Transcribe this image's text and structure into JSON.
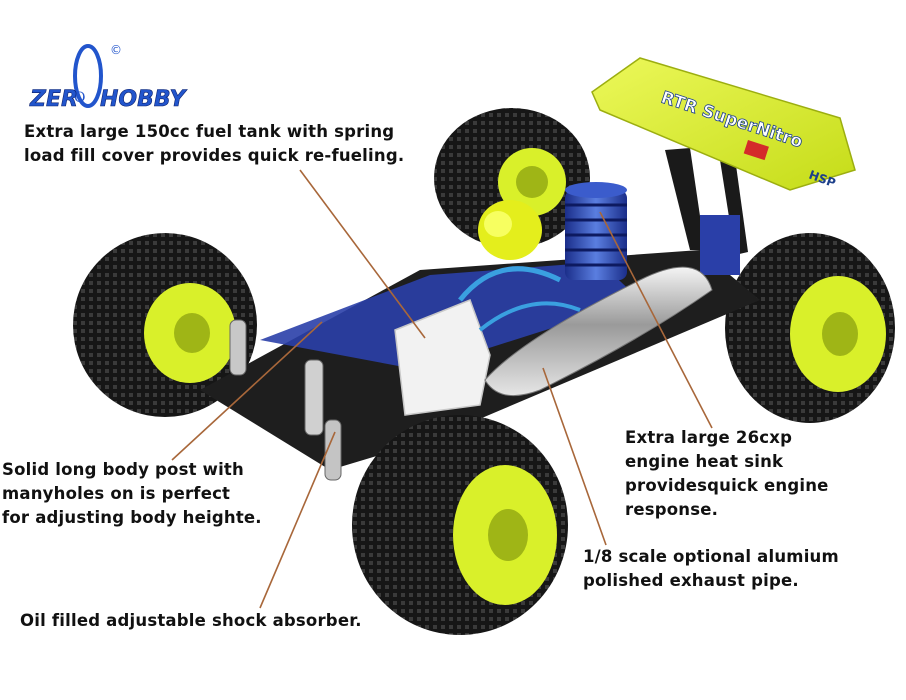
{
  "brand": {
    "logo_left": "ZER",
    "logo_big": "O",
    "logo_right": "HOBBY",
    "logo_mark": "©",
    "color_primary": "#2255cc",
    "color_outline": "#0b1f6b"
  },
  "wing_text": {
    "main": "RTR SuperNitro",
    "small": "HSP"
  },
  "callouts": {
    "fuel_tank": [
      "Extra large 150cc fuel tank with spring",
      "load fill cover provides quick re-fueling."
    ],
    "heat_sink": [
      "Extra large 26cxp",
      "engine heat sink",
      "providesquick engine",
      "response."
    ],
    "body_post": [
      "Solid long body post with",
      "manyholes on is perfect",
      "for adjusting body heighte."
    ],
    "exhaust": [
      "1/8 scale optional alumium",
      "polished exhaust pipe."
    ],
    "shock": [
      "Oil filled adjustable shock absorber."
    ]
  },
  "colors": {
    "leader_line": "#a8673a",
    "wing": "#d8ee2a",
    "wheel_rim": "#d9f02a",
    "tire": "#1a1a1a",
    "chassis_blue": "#2a3fa8"
  }
}
